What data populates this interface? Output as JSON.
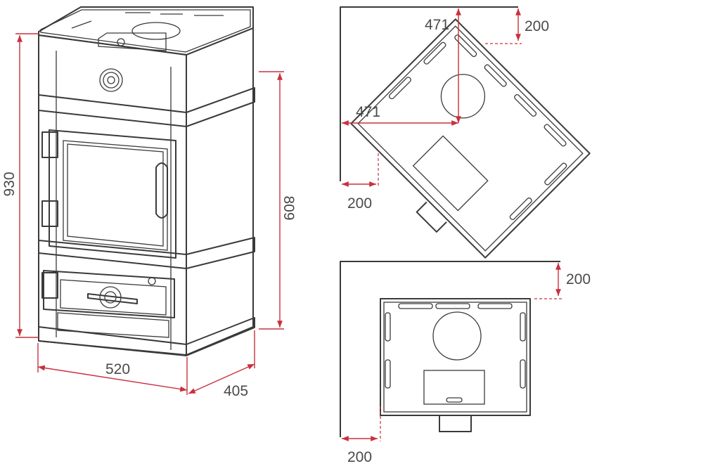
{
  "dimensions": {
    "stove_height": "930",
    "body_height": "809",
    "stove_width": "520",
    "stove_depth": "405"
  },
  "corner_install": {
    "wall_clearance_top": "200",
    "wall_clearance_side": "200",
    "flue_offset_vertical": "471",
    "flue_offset_horizontal": "471"
  },
  "wall_install": {
    "wall_clearance_top": "200",
    "wall_clearance_side": "200"
  },
  "colors": {
    "dimension_lines": "#c9303e",
    "outline": "#3a3a3a",
    "text": "#4a4a4a"
  }
}
